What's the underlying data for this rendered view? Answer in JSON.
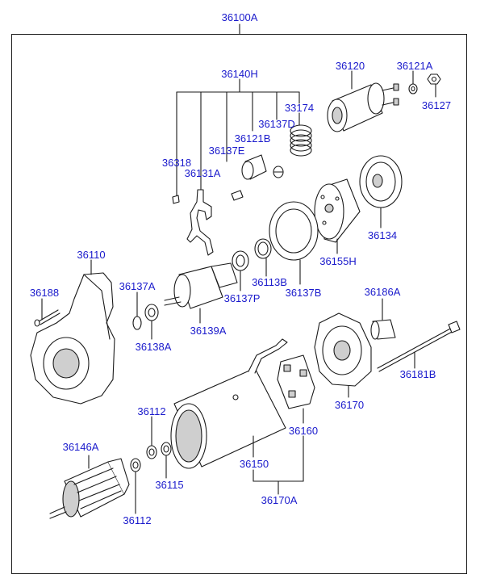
{
  "diagram": {
    "assembly_label": "36100A",
    "labels": {
      "p36140H": "36140H",
      "p36120": "36120",
      "p36121A": "36121A",
      "p36127": "36127",
      "p33174": "33174",
      "p36137D": "36137D",
      "p36121B": "36121B",
      "p36137E": "36137E",
      "p36318": "36318",
      "p36131A": "36131A",
      "p36134": "36134",
      "p36155H": "36155H",
      "p36110": "36110",
      "p36113B": "36113B",
      "p36137B": "36137B",
      "p36137A": "36137A",
      "p36188": "36188",
      "p36137P": "36137P",
      "p36186A": "36186A",
      "p36138A": "36138A",
      "p36139A": "36139A",
      "p36181B": "36181B",
      "p36170": "36170",
      "p36160": "36160",
      "p36112a": "36112",
      "p36146A": "36146A",
      "p36150": "36150",
      "p36115": "36115",
      "p36112b": "36112",
      "p36170A": "36170A"
    },
    "colors": {
      "label": "#1a1acc",
      "line": "#1a1a1a",
      "part_fill": "#ffffff",
      "shade": "#cfcfcf"
    }
  }
}
